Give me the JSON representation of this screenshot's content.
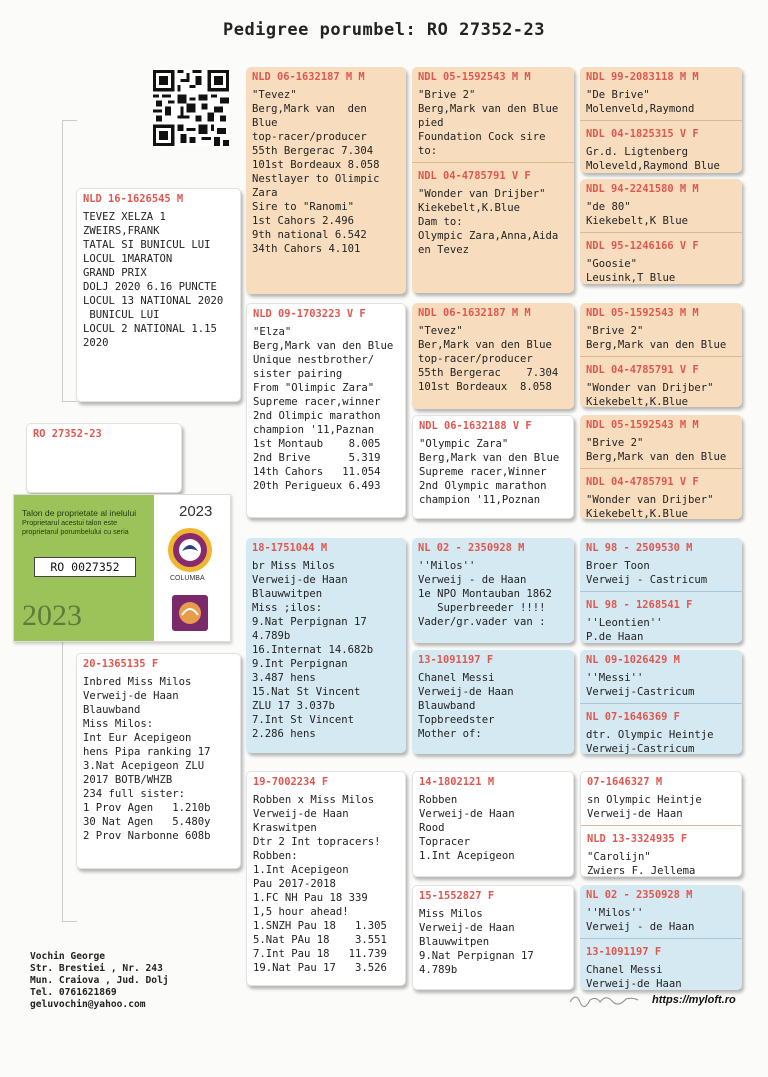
{
  "title": "Pedigree porumbel: RO 27352-23",
  "subject": {
    "ring": "RO 27352-23",
    "ticket": {
      "heading": "Talon de proprietate al inelului",
      "subheading": "Proprietarul acestui talon este proprietarul porumbelului cu seria",
      "number": "RO 0027352",
      "year": "2023",
      "year_right": "2023",
      "logo_label": "COLUMBA"
    }
  },
  "sire": {
    "ring": "NLD 16-1626545 M",
    "lines": [
      "TEVEZ XELZA 1",
      "ZWEIRS,FRANK",
      "TATAL SI BUNICUL LUI",
      "LOCUL 1MARATON",
      "GRAND PRIX",
      "DOLJ 2020 6.16 PUNCTE",
      "LOCUL 13 NATIONAL 2020",
      " BUNICUL LUI",
      "LOCUL 2 NATIONAL 1.15",
      "2020"
    ]
  },
  "dam": {
    "ring": "20-1365135 F",
    "lines": [
      "Inbred Miss Milos",
      "Verweij-de Haan",
      "Blauwband",
      "Miss Milos:",
      "Int Eur Acepigeon",
      "hens Pipa ranking 17",
      "3.Nat Acepigeon ZLU",
      "2017 BOTB/WHZB",
      "234 full sister:",
      "1 Prov Agen   1.210b",
      "30 Nat Agen   5.480y",
      "2 Prov Narbonne 608b"
    ]
  },
  "g_ss": {
    "ring": "NLD 06-1632187 M M",
    "lines": [
      "\"Tevez\"",
      "Berg,Mark van  den",
      "Blue",
      "top-racer/producer",
      "55th Bergerac 7.304",
      "101st Bordeaux 8.058",
      "Nestlayer to Olimpic",
      "Zara",
      "Sire to \"Ranomi\"",
      "1st Cahors 2.496",
      "9th national 6.542",
      "34th Cahors 4.101"
    ]
  },
  "g_sd": {
    "ring": "NLD 09-1703223 V F",
    "lines": [
      "\"Elza\"",
      "Berg,Mark van den Blue",
      "Unique nestbrother/",
      "sister pairing",
      "From \"Olimpic Zara\"",
      "Supreme racer,winner",
      "2nd Olimpic marathon",
      "champion '11,Paznan",
      "1st Montaub    8.005",
      "2nd Brive      5.319",
      "14th Cahors   11.054",
      "20th Perigueux 6.493"
    ]
  },
  "g_ds": {
    "ring": "18-1751044 M",
    "lines": [
      "br Miss Milos",
      "Verweij-de Haan",
      "Blauwwitpen",
      "Miss ;ilos:",
      "9.Nat Perpignan 17",
      "4.789b",
      "16.Internat 14.682b",
      "9.Int Perpignan",
      "3.487 hens",
      "15.Nat St Vincent",
      "ZLU 17 3.037b",
      "7.Int St Vincent",
      "2.286 hens"
    ]
  },
  "g_dd": {
    "ring": "19-7002234 F",
    "lines": [
      "Robben x Miss Milos",
      "Verweij-de Haan",
      "Kraswitpen",
      "Dtr 2 Int topracers!",
      "Robben:",
      "1.Int Acepigeon",
      "Pau 2017-2018",
      "1.FC NH Pau 18 339",
      "1,5 hour ahead!",
      "1.SNZH Pau 18   1.305",
      "5.Nat PAu 18    3.551",
      "7.Int Pau 18   11.739",
      "19.Nat Pau 17   3.526"
    ]
  },
  "c3": [
    {
      "ring": "NDL 05-1592543 M M",
      "lines": [
        "\"Brive 2\"",
        "Berg,Mark van den Blue",
        "pied",
        "Foundation Cock sire",
        "to:"
      ],
      "ring2": "NDL 04-4785791 V F",
      "lines2": [
        "\"Wonder van Drijber\"",
        "Kiekebelt,K.Blue",
        "Dam to:",
        "Olympic Zara,Anna,Aida",
        "en Tevez"
      ]
    },
    {
      "ring": "NDL 06-1632187 M M",
      "lines": [
        "\"Tevez\"",
        "Ber,Mark van den Blue",
        "top-racer/producer",
        "55th Bergerac    7.304",
        "101st Bordeaux  8.058"
      ]
    },
    {
      "ring": "NDL 06-1632188 V F",
      "lines": [
        "\"Olympic Zara\"",
        "Berg,Mark van den Blue",
        "Supreme racer,Winner",
        "2nd Olympic marathon",
        "champion '11,Poznan"
      ]
    },
    {
      "ring": "NL 02 - 2350928 M",
      "lines": [
        "''Milos''",
        "Verweij - de Haan",
        "1e NPO Montauban 1862",
        "   Superbreeder !!!!",
        "Vader/gr.vader van :"
      ]
    },
    {
      "ring": "13-1091197 F",
      "lines": [
        "Chanel Messi",
        "Verweij-de Haan",
        "Blauwband",
        "Topbreedster",
        "Mother of:"
      ]
    },
    {
      "ring": "14-1802121 M",
      "lines": [
        "Robben",
        "Verweij-de Haan",
        "Rood",
        "Topracer",
        "1.Int Acepigeon"
      ]
    },
    {
      "ring": "15-1552827 F",
      "lines": [
        "Miss Milos",
        "Verweij-de Haan",
        "Blauwwitpen",
        "9.Nat Perpignan 17",
        "4.789b"
      ]
    }
  ],
  "c4": [
    {
      "ring": "NDL 99-2083118 M M",
      "lines": [
        "\"De Brive\"",
        "Molenveld,Raymond"
      ],
      "ring2": "NDL 04-1825315 V F",
      "lines2": [
        "Gr.d. Ligtenberg",
        "Moleveld,Raymond Blue"
      ]
    },
    {
      "ring": "NDL 94-2241580 M M",
      "lines": [
        "\"de 80\"",
        "Kiekebelt,K Blue"
      ],
      "ring2": "NDL 95-1246166 V F",
      "lines2": [
        "\"Goosie\"",
        "Leusink,T Blue"
      ]
    },
    {
      "ring": "NDL 05-1592543 M M",
      "lines": [
        "\"Brive 2\"",
        "Berg,Mark van den Blue"
      ],
      "ring2": "NDL 04-4785791 V F",
      "lines2": [
        "\"Wonder van Drijber\"",
        "Kiekebelt,K.Blue"
      ]
    },
    {
      "ring": "NDL 05-1592543 M M",
      "lines": [
        "\"Brive 2\"",
        "Berg,Mark van den Blue"
      ],
      "ring2": "NDL 04-4785791 V F",
      "lines2": [
        "\"Wonder van Drijber\"",
        "Kiekebelt,K.Blue"
      ]
    },
    {
      "ring": "NL 98 - 2509530 M",
      "lines": [
        "Broer Toon",
        "Verweij - Castricum"
      ],
      "ring2": "NL 98 - 1268541 F",
      "lines2": [
        "''Leontien''",
        "P.de Haan"
      ]
    },
    {
      "ring": "NL 09-1026429 M",
      "lines": [
        "''Messi''",
        "Verweij-Castricum"
      ],
      "ring2": "NL 07-1646369 F",
      "lines2": [
        "dtr. Olympic Heintje",
        "Verweij-Castricum"
      ]
    },
    {
      "ring": "07-1646327 M",
      "lines": [
        "sn Olympic Heintje",
        "Verweij-de Haan"
      ],
      "ring2": "NLD 13-3324935 F",
      "lines2": [
        "\"Carolijn\"",
        "Zwiers F. Jellema"
      ]
    },
    {
      "ring": "NL 02 - 2350928 M",
      "lines": [
        "''Milos''",
        "Verweij - de Haan"
      ],
      "ring2": "13-1091197 F",
      "lines2": [
        "Chanel Messi",
        "Verweij-de Haan"
      ]
    }
  ],
  "contact": {
    "lines": [
      "Vochin George",
      "Str. Brestiei , Nr. 243",
      "Mun. Craiova , Jud. Dolj",
      "Tel. 0761621869",
      "geluvochin@yahoo.com"
    ]
  },
  "footer_url": "https://myloft.ro",
  "colors": {
    "ring_red": "#e0574f",
    "sire_side": "#f7ddbe",
    "dam_side": "#d5e9f3"
  }
}
